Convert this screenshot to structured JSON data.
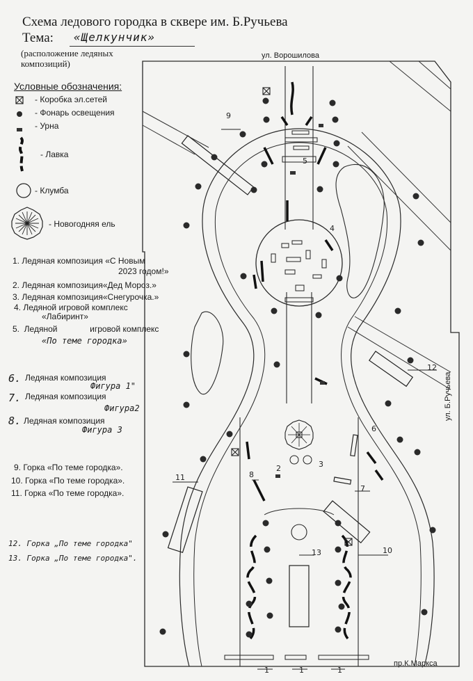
{
  "header": {
    "title": "Схема ледового городка в сквере им. Б.Ручьева",
    "theme_label": "Тема:",
    "theme_value": "«Щелкунчик»",
    "subtitle_line1": "(расположение ледяных",
    "subtitle_line2": "композиций)"
  },
  "legend": {
    "title": "Условные обозначения:",
    "items": [
      {
        "icon": "electrical-box-icon",
        "label": "- Коробка эл.сетей"
      },
      {
        "icon": "street-lamp-icon",
        "label": "- Фонарь освещения"
      },
      {
        "icon": "trash-bin-icon",
        "label": "- Урна"
      },
      {
        "icon": "bench-icon",
        "label": "- Лавка"
      },
      {
        "icon": "flowerbed-icon",
        "label": "- Клумба"
      },
      {
        "icon": "christmas-tree-icon",
        "label": "- Новогодняя ель"
      }
    ]
  },
  "compositions": {
    "c1_line1": "1.  Ледяная композиция «С Новым",
    "c1_line2": "2023 годом!»",
    "c2": "2. Ледяная композиция«Дед Мороз.»",
    "c3": "3. Ледяная композиция«Снегурочка.»",
    "c4_line1": "4.  Ледяной игровой комплекс",
    "c4_line2": "«Лабиринт»",
    "c5_line1": "5.  Ледяной              игровой комплекс",
    "c5_hand": "«По теме городка»",
    "c6_num": "6.",
    "c6": "Ледяная  композиция",
    "c6_hand": "Фигура 1\"",
    "c7_num": "7.",
    "c7": "Ледяная  композиция",
    "c7_hand": "Фигура2",
    "c8_num": "8.",
    "c8": "Ледяная  композиция",
    "c8_hand": "Фигура 3",
    "c9": "9. Горка «По теме городка».",
    "c10": "10. Горка «По теме городка».",
    "c11": "11. Горка «По теме городка».",
    "c12_hand": "12. Горка „По теме городка\"",
    "c13_hand": "13. Горка „По теме городка\"."
  },
  "map": {
    "street_top": "ул. Ворошилова",
    "street_right": "ул. Б.Ручьева",
    "street_bottom": "пр.К.Маркса",
    "numbers": [
      "1",
      "1",
      "1",
      "2",
      "3",
      "4",
      "5",
      "6",
      "7",
      "8",
      "9",
      "10",
      "11",
      "12",
      "13"
    ]
  }
}
